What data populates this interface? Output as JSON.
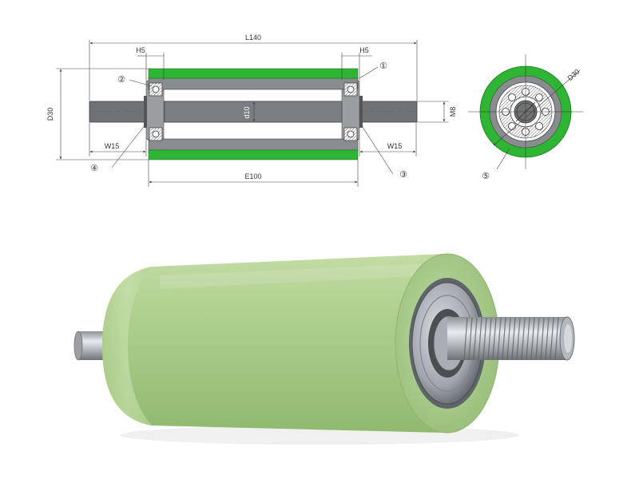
{
  "drawing": {
    "labels": {
      "overall_length": "L140",
      "bearing_width_left": "H5",
      "bearing_width_right": "H5",
      "outer_diameter": "D30",
      "inner_diameter": "d10",
      "thread": "M8",
      "shaft_end_left": "W15",
      "shaft_end_right": "W15",
      "tube_length": "E100",
      "end_diameter": "D30"
    },
    "callouts": {
      "c1": "①",
      "c2": "②",
      "c3": "③",
      "c4": "④",
      "c5": "⑤"
    }
  },
  "colors": {
    "polyurethane_drawing": "#2db533",
    "polyurethane_photo": "#a9cf8a",
    "tube": "#8a8d8f",
    "shaft": "#6f7375",
    "bearing_shield": "#b9c0c6",
    "dimension_line": "#444444"
  }
}
